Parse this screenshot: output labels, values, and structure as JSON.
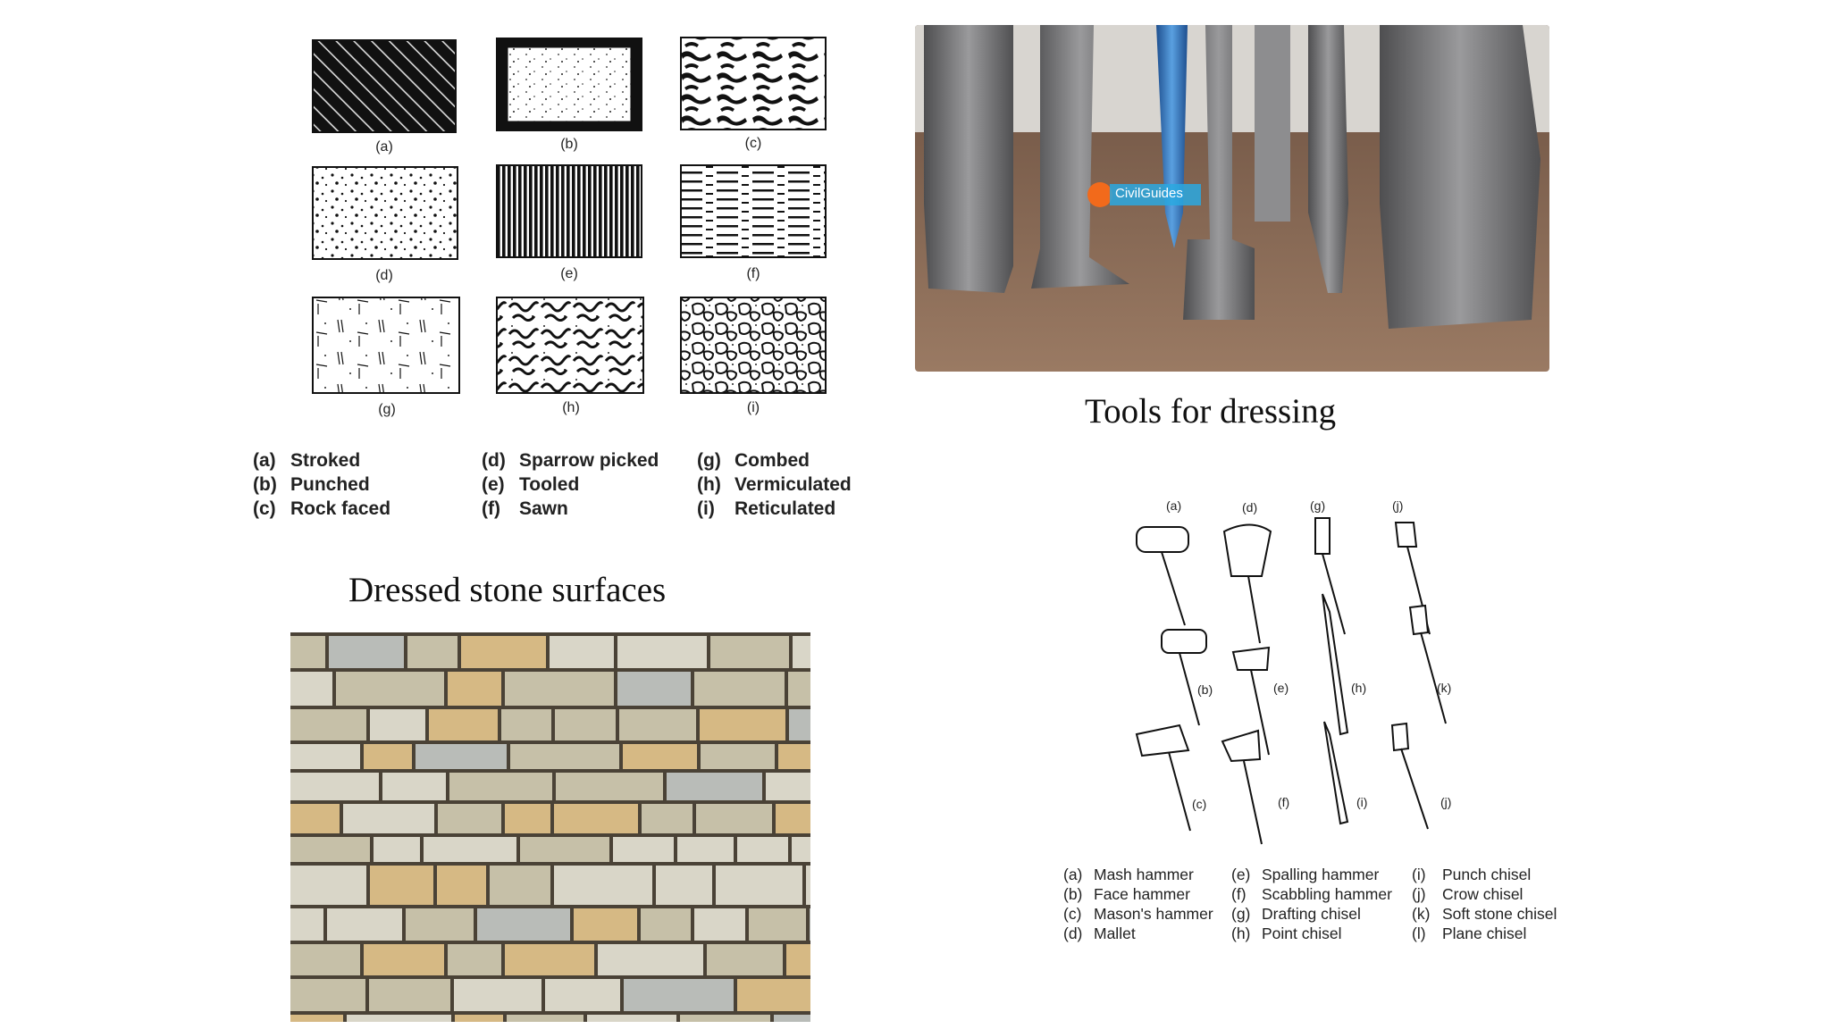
{
  "surfaces_figure": {
    "panels": [
      {
        "label": "(a)",
        "pattern": "stroked"
      },
      {
        "label": "(b)",
        "pattern": "punched"
      },
      {
        "label": "(c)",
        "pattern": "rock-faced"
      },
      {
        "label": "(d)",
        "pattern": "sparrow-picked"
      },
      {
        "label": "(e)",
        "pattern": "tooled"
      },
      {
        "label": "(f)",
        "pattern": "sawn"
      },
      {
        "label": "(g)",
        "pattern": "combed"
      },
      {
        "label": "(h)",
        "pattern": "vermiculated"
      },
      {
        "label": "(i)",
        "pattern": "reticulated"
      }
    ],
    "legend": [
      {
        "key": "(a)",
        "text": "Stroked"
      },
      {
        "key": "(b)",
        "text": "Punched"
      },
      {
        "key": "(c)",
        "text": "Rock faced"
      },
      {
        "key": "(d)",
        "text": "Sparrow picked"
      },
      {
        "key": "(e)",
        "text": "Tooled"
      },
      {
        "key": "(f)",
        "text": "Sawn"
      },
      {
        "key": "(g)",
        "text": "Combed"
      },
      {
        "key": "(h)",
        "text": "Vermiculated"
      },
      {
        "key": "(i)",
        "text": "Reticulated"
      }
    ]
  },
  "surfaces_title": "Dressed stone surfaces",
  "photo_chisels": {
    "watermark": "CivilGuides",
    "colors": {
      "wood": "#8a6a52",
      "steel": "#6f6f70",
      "blue_handle": "#2f6fb3",
      "badge": "#f26a1b"
    }
  },
  "tools_title": "Tools for dressing",
  "tools_figure": {
    "tool_labels": [
      "(a)",
      "(d)",
      "(g)",
      "(j)",
      "(b)",
      "(e)",
      "(h)",
      "(k)",
      "(c)",
      "(f)",
      "(i)",
      "(j)"
    ],
    "legend_columns": [
      [
        {
          "key": "(a)",
          "text": "Mash hammer"
        },
        {
          "key": "(b)",
          "text": "Face hammer"
        },
        {
          "key": "(c)",
          "text": "Mason's hammer"
        },
        {
          "key": "(d)",
          "text": "Mallet"
        }
      ],
      [
        {
          "key": "(e)",
          "text": "Spalling hammer"
        },
        {
          "key": "(f)",
          "text": "Scabbling hammer"
        },
        {
          "key": "(g)",
          "text": "Drafting chisel"
        },
        {
          "key": "(h)",
          "text": "Point chisel"
        }
      ],
      [
        {
          "key": "(i)",
          "text": "Punch chisel"
        },
        {
          "key": "(j)",
          "text": "Crow chisel"
        },
        {
          "key": "(k)",
          "text": "Soft stone chisel"
        },
        {
          "key": "(l)",
          "text": "Plane chisel"
        }
      ]
    ]
  },
  "stone_wall": {
    "colors": {
      "mortar": "#4a4236",
      "stone_light": "#d9d6c8",
      "stone_mid": "#c6c0a8",
      "stone_warm": "#d6b984",
      "stone_grey": "#b9bcb8"
    }
  }
}
